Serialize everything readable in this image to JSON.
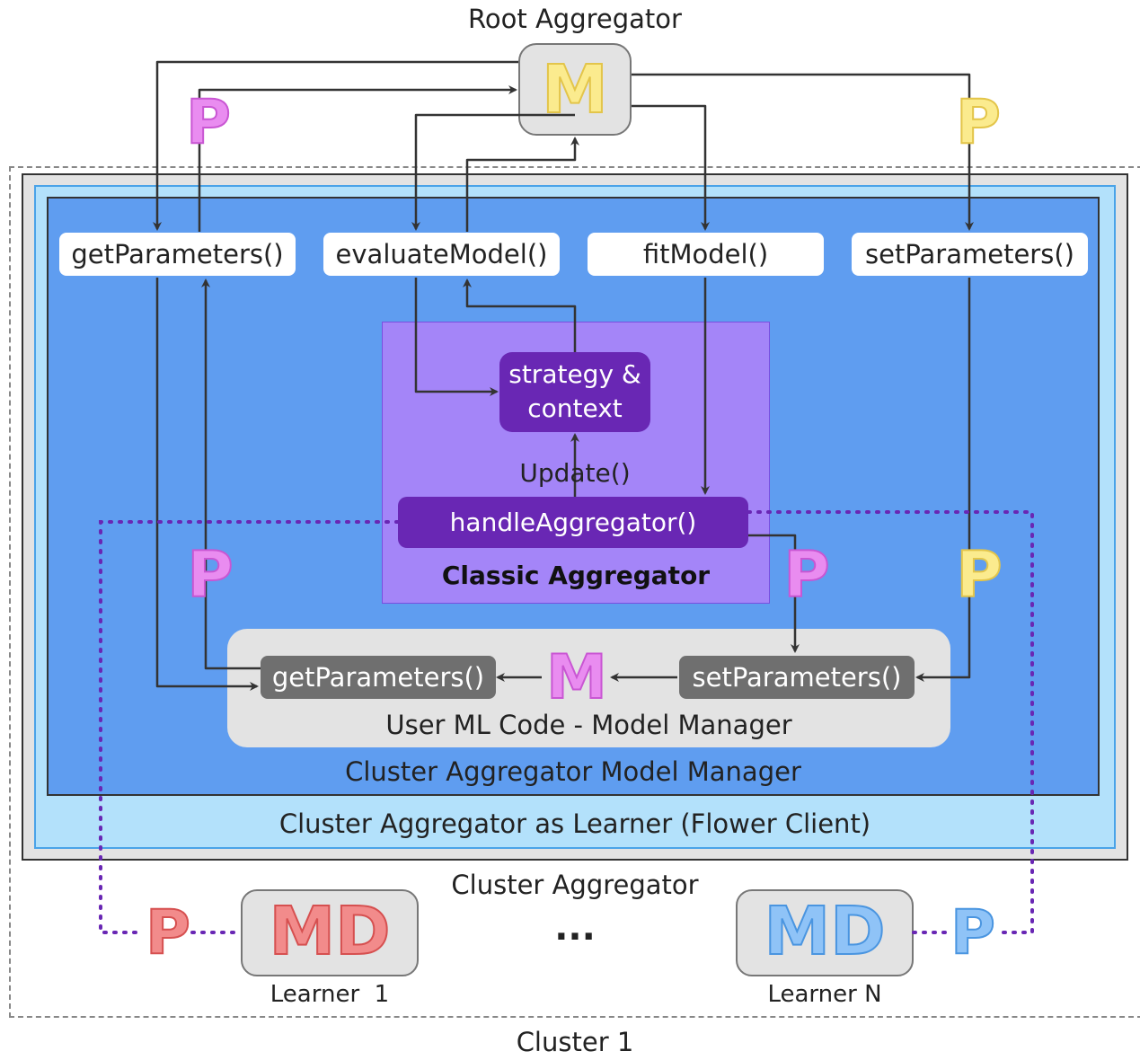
{
  "root": {
    "title": "Root Aggregator",
    "model_letter": "M"
  },
  "cluster": {
    "label": "Cluster 1",
    "aggregator_label": "Cluster Aggregator",
    "learner_box_label": "Cluster Aggregator as Learner (Flower Client)",
    "model_manager_label": "Cluster Aggregator Model Manager"
  },
  "functions": {
    "get_parameters": "getParameters()",
    "evaluate_model": "evaluateModel()",
    "fit_model": "fitModel()",
    "set_parameters": "setParameters()"
  },
  "classic": {
    "label": "Classic Aggregator",
    "strategy_line1": "strategy &",
    "strategy_line2": "context",
    "update": "Update()",
    "handle": "handleAggregator()"
  },
  "user_ml": {
    "label": "User ML Code - Model Manager",
    "get_parameters": "getParameters()",
    "set_parameters": "setParameters()",
    "model_letter": "M"
  },
  "param_letter": "P",
  "learners": {
    "learner1": {
      "label": "Learner  1",
      "letters": "MD"
    },
    "ellipsis": "...",
    "learnerN": {
      "label": "Learner N",
      "letters": "MD"
    }
  },
  "colors": {
    "pink": "#e98cf0",
    "yellow": "#fbeb8e",
    "red": "#f28b8b",
    "blue": "#8fc3f7",
    "purple_dark": "#6927b4",
    "purple_mid": "#a485f8",
    "blue_mid": "#5f9df0",
    "blue_light": "#b3e1fb",
    "grey_fn": "#6f6f6f",
    "grey_box": "#e3e3e3"
  }
}
